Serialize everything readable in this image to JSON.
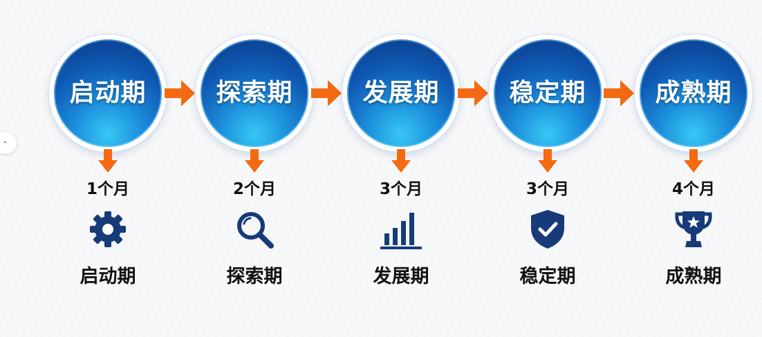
{
  "stages": [
    {
      "name": "启动期",
      "duration": "1个月",
      "label": "启动期",
      "icon": "gear-icon"
    },
    {
      "name": "探索期",
      "duration": "2个月",
      "label": "探索期",
      "icon": "magnifier-icon"
    },
    {
      "name": "发展期",
      "duration": "3个月",
      "label": "发展期",
      "icon": "bar-chart-icon"
    },
    {
      "name": "稳定期",
      "duration": "3个月",
      "label": "稳定期",
      "icon": "shield-check-icon"
    },
    {
      "name": "成熟期",
      "duration": "4个月",
      "label": "成熟期",
      "icon": "trophy-icon"
    }
  ],
  "colors": {
    "circle_dark": "#0a3784",
    "circle_light": "#38c8f4",
    "arrow": "#f36a12",
    "icon": "#163b78",
    "text": "#111111"
  },
  "edge_handle": {
    "mark": "-"
  }
}
